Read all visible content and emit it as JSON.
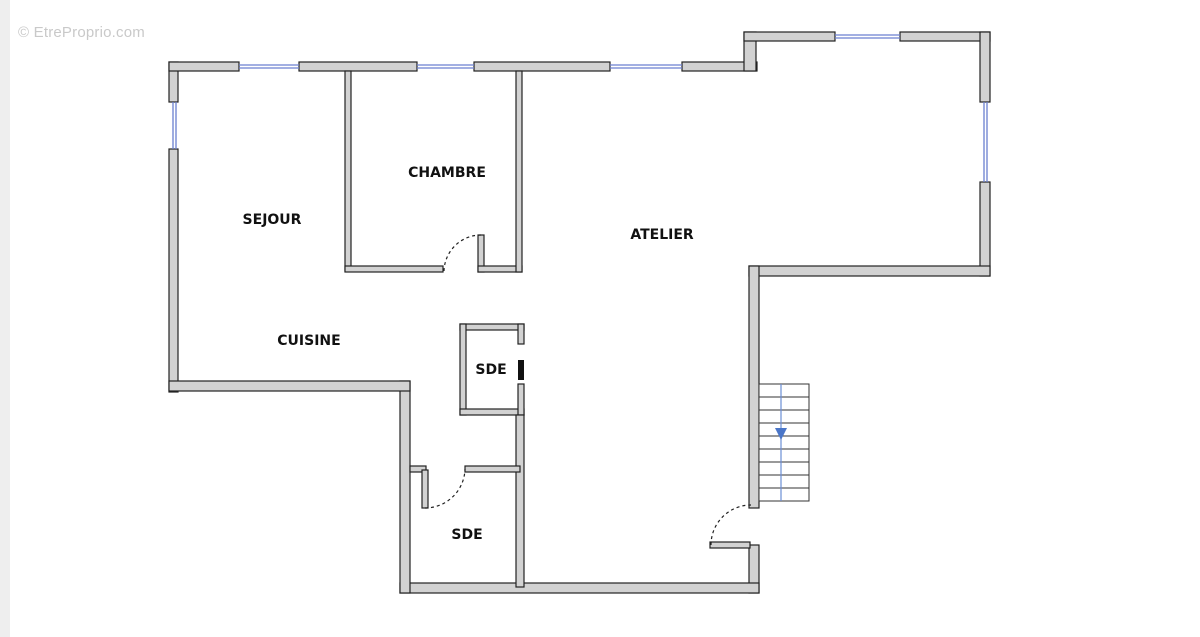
{
  "watermark": "© EtreProprio.com",
  "rooms": {
    "sejour": "SEJOUR",
    "chambre": "CHAMBRE",
    "atelier": "ATELIER",
    "cuisine": "CUISINE",
    "sde_upper": "SDE",
    "sde_lower": "SDE"
  },
  "colors": {
    "wall_fill": "#d2d2d2",
    "wall_stroke": "#222222",
    "window": "#6a7fd0",
    "stair_arrow": "#4a76c8",
    "stair_line": "#6b8ed6"
  },
  "icons": {
    "stair_direction": "arrow-down-icon",
    "watermark": "copyright-icon"
  }
}
